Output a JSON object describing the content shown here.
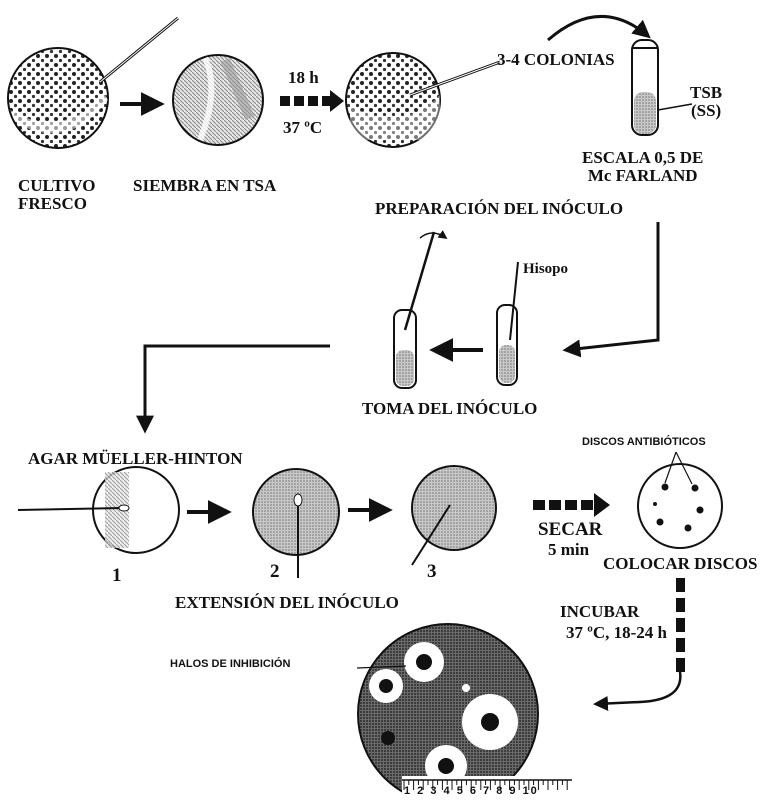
{
  "labels": {
    "cultivo": "CULTIVO\nFRESCO",
    "siembra": "SIEMBRA EN TSA",
    "time_top": "18 h",
    "temp_top": "37 ºC",
    "colonias": "3-4 COLONIAS",
    "tsb": "TSB\n(SS)",
    "escala": "ESCALA 0,5 DE\nMc FARLAND",
    "preparacion": "PREPARACIÓN DEL INÓCULO",
    "hisopo": "Hisopo",
    "toma": "TOMA DEL INÓCULO",
    "agar": "AGAR MÜELLER-HINTON",
    "step1": "1",
    "step2": "2",
    "step3": "3",
    "extension": "EXTENSIÓN DEL INÓCULO",
    "discos_antibioticos": "DISCOS ANTIBIÓTICOS",
    "secar": "SECAR",
    "secar_time": "5 min",
    "colocar": "COLOCAR DISCOS",
    "incubar": "INCUBAR",
    "incubar_cond": "37 ºC, 18-24 h",
    "halos": "HALOS  DE INHIBICIÓN",
    "ruler_ticks": "1 2 3 4 5 6 7 8 9 10"
  }
}
